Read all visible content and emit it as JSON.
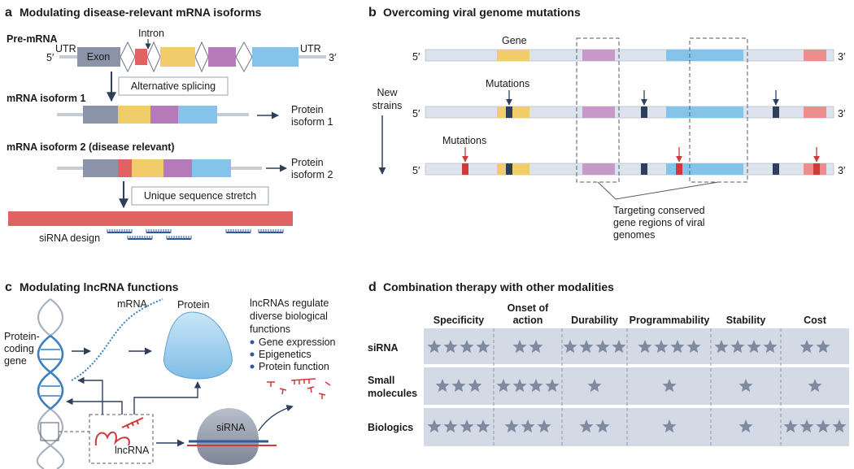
{
  "panel_a": {
    "letter": "a",
    "title": "Modulating disease-relevant mRNA isoforms",
    "pre_mrna": "Pre-mRNA",
    "utr_left": "UTR",
    "utr_right": "UTR",
    "intron": "Intron",
    "exon": "Exon",
    "five_prime": "5′",
    "three_prime": "3′",
    "alt_splicing": "Alternative splicing",
    "isoform1": "mRNA isoform 1",
    "protein1_line1": "Protein",
    "protein1_line2": "isoform 1",
    "isoform2": "mRNA isoform 2 (disease relevant)",
    "protein2_line1": "Protein",
    "protein2_line2": "isoform 2",
    "unique_stretch": "Unique sequence stretch",
    "sirna_design": "siRNA design"
  },
  "panel_b": {
    "letter": "b",
    "title": "Overcoming viral genome mutations",
    "gene": "Gene",
    "five_prime": "5′",
    "three_prime": "3′",
    "mutations1": "Mutations",
    "mutations2": "Mutations",
    "new_strains_line1": "New",
    "new_strains_line2": "strains",
    "targeting_line1": "Targeting conserved",
    "targeting_line2": "gene regions of viral",
    "targeting_line3": "genomes"
  },
  "panel_c": {
    "letter": "c",
    "title": "Modulating lncRNA functions",
    "mrna": "mRNA",
    "protein": "Protein",
    "gene_line1": "Protein-",
    "gene_line2": "coding",
    "gene_line3": "gene",
    "lncrna": "lncRNA",
    "sirna": "siRNA",
    "regulate_line1": "lncRNAs regulate",
    "regulate_line2": "diverse biological",
    "regulate_line3": "functions",
    "bullets": [
      "Gene expression",
      "Epigenetics",
      "Protein function"
    ]
  },
  "panel_d": {
    "letter": "d",
    "title": "Combination therapy with other modalities",
    "columns": [
      "Specificity",
      "Onset of action",
      "Durability",
      "Programmability",
      "Stability",
      "Cost"
    ],
    "onset_line1": "Onset of",
    "onset_line2": "action",
    "rows": [
      {
        "name": "siRNA",
        "name_line1": "siRNA",
        "name_line2": "",
        "stars": [
          4,
          2,
          4,
          4,
          4,
          2
        ]
      },
      {
        "name": "Small molecules",
        "name_line1": "Small",
        "name_line2": "molecules",
        "stars": [
          3,
          4,
          1,
          1,
          1,
          1
        ]
      },
      {
        "name": "Biologics",
        "name_line1": "Biologics",
        "name_line2": "",
        "stars": [
          4,
          3,
          2,
          1,
          1,
          4
        ]
      }
    ]
  },
  "colors": {
    "exon_grey": "#8a93a8",
    "red": "#e06262",
    "yellow": "#f0cd6a",
    "purple": "#b57ab8",
    "blue": "#85c4ea",
    "genome_bar": "#dde3ec",
    "dark_navy": "#2e3f5c",
    "mutation_red": "#d0383a",
    "table_bg": "#d3dae6",
    "star": "#7f8aa1"
  }
}
